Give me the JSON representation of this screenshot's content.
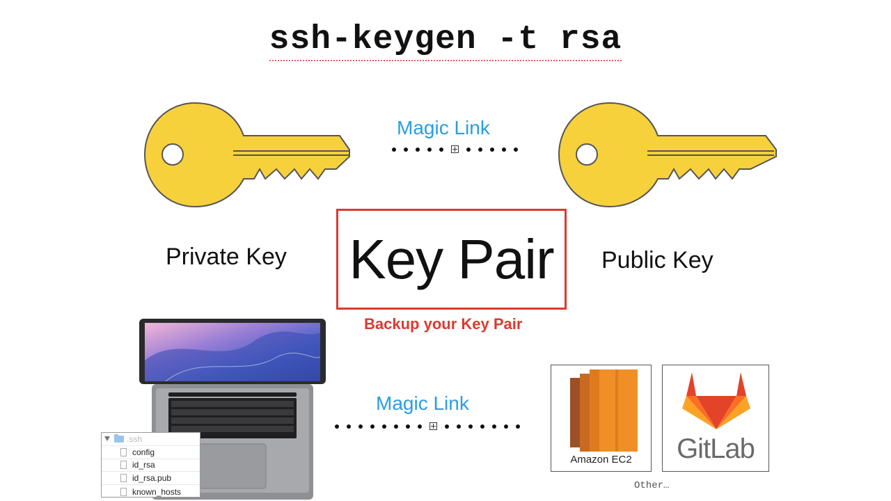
{
  "title": "ssh-keygen -t rsa",
  "magic_link_top": "Magic Link",
  "magic_link_bottom": "Magic Link",
  "private_key_label": "Private Key",
  "public_key_label": "Public Key",
  "key_pair_label": "Key Pair",
  "backup_label": "Backup your Key Pair",
  "file_browser": {
    "folder": ".ssh",
    "files": [
      "config",
      "id_rsa",
      "id_rsa.pub",
      "known_hosts"
    ]
  },
  "services": {
    "ec2_label": "Amazon EC2",
    "gitlab_label": "GitLab",
    "other_label": "Other…"
  },
  "colors": {
    "key_fill": "#f7d13c",
    "link_blue": "#2a9ee0",
    "accent_red": "#d93b30",
    "ec2_orange": "#e07a1f",
    "gitlab_orange": "#e24329"
  }
}
